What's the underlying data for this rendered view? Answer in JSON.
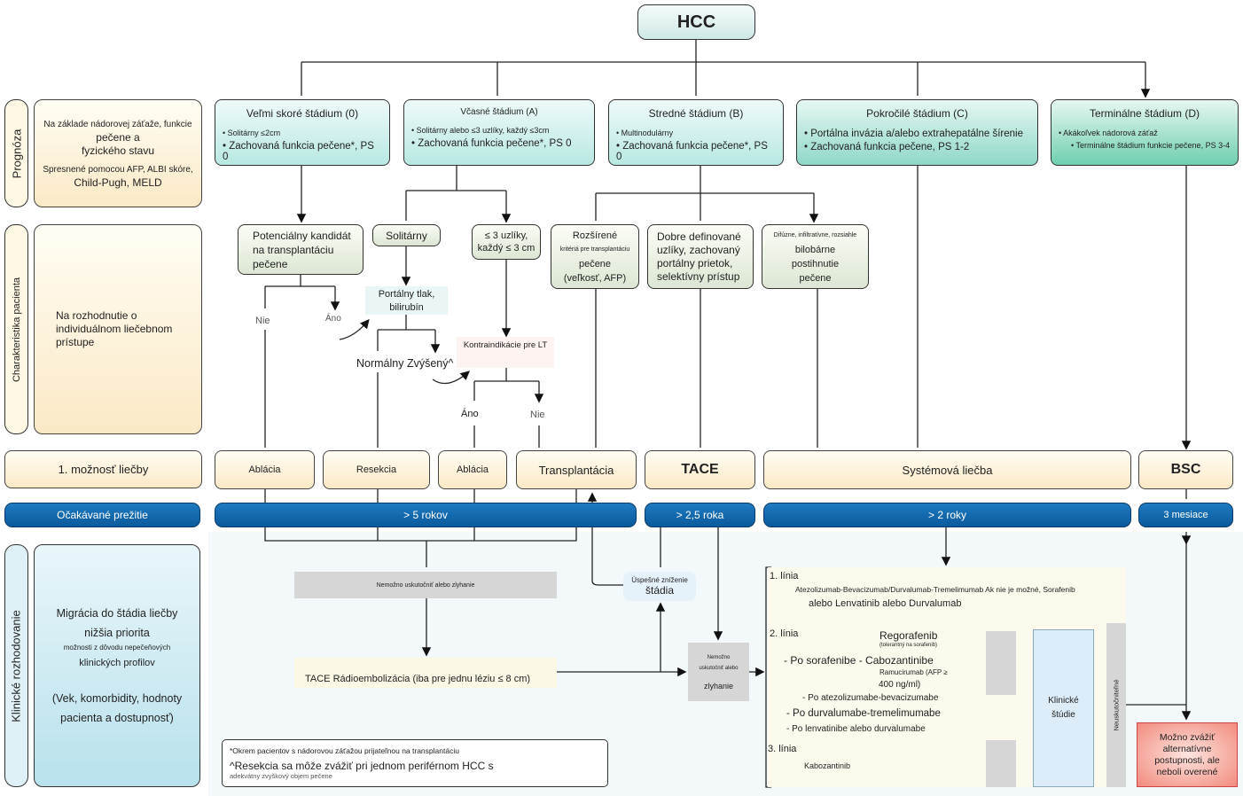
{
  "title": "HCC",
  "stages": [
    {
      "title": "Veľmi skoré štádium (0)",
      "bullets": [
        "Solitárny ≤2cm",
        "Zachovaná funkcia pečene*, PS 0"
      ]
    },
    {
      "title": "Včasné štádium (A)",
      "bullets": [
        "Solitárny alebo ≤3 uzlíky, každý ≤3cm",
        "Zachovaná funkcia pečene*, PS 0"
      ]
    },
    {
      "title": "Stredné štádium (B)",
      "bullets": [
        "Multinodulárny",
        "Zachovaná funkcia pečene*, PS 0"
      ]
    },
    {
      "title": "Pokročilé štádium (C)",
      "bullets": [
        "Portálna invázia a/alebo extrahepatálne šírenie",
        "Zachovaná funkcia pečene, PS 1-2"
      ]
    },
    {
      "title": "Terminálne štádium (D)",
      "bullets": [
        "Akákoľvek nádorová záťaž",
        "Terminálne štádium funkcie pečene, PS 3-4"
      ]
    }
  ],
  "left": {
    "prognoza_label": "Prognóza",
    "prognoza_text1": "Na základe nádorovej záťaže, funkcie",
    "prognoza_text2": "pečene a",
    "prognoza_text3": "fyzického stavu",
    "prognoza_text4": "Spresnené pomocou AFP, ALBI skóre,",
    "prognoza_text5": "Child-Pugh, MELD",
    "char_label": "Charakteristika pacienta",
    "char_text": "Na rozhodnutie o individuálnom liečebnom prístupe",
    "first_option": "1. možnosť liečby",
    "survival": "Očakávané prežitie",
    "klin_label": "Klinické rozhodovanie",
    "klin_1": "Migrácia do štádia liečby",
    "klin_2": "nižšia priorita",
    "klin_3": "možnosti z dôvodu nepečeňových",
    "klin_4": "klinických profilov",
    "klin_5": "(Vek, komorbidity, hodnoty pacienta a dostupnosť)"
  },
  "characteristics": {
    "candidate": "Potenciálny kandidát na transplantáciu pečene",
    "solitary": "Solitárny",
    "nodules": "≤ 3 uzlíky, každý ≤ 3 cm",
    "extended_1": "Rozšírené",
    "extended_2": "kritériá pre transplantáciu",
    "extended_3": "pečene",
    "extended_4": "(veľkosť, AFP)",
    "welldef": "Dobre definované uzlíky, zachovaný portálny prietok, selektívny prístup",
    "diffuse_1": "Difúzne, infiltratívne, rozsiahle",
    "diffuse_2": "bilobárne",
    "diffuse_3": "postihnutie",
    "diffuse_4": "pečene",
    "nie1": "Nie",
    "ano1": "Áno",
    "portal": "Portálny tlak, bilirubín",
    "normal_raised": "Normálny Zvýšený^",
    "contra": "Kontraindikácie pre LT",
    "ano2": "Áno",
    "nie2": "Nie"
  },
  "treatments": [
    "Ablácia",
    "Resekcia",
    "Ablácia",
    "Transplantácia",
    "TACE",
    "Systémová liečba",
    "BSC"
  ],
  "survival": [
    "> 5 rokov",
    "> 2,5 roka",
    "> 2 roky",
    "3 mesiace"
  ],
  "clinical": {
    "not_possible": "Nemožno uskutočniť alebo zlyhanie",
    "tace_radio": "TACE Rádioembolizácia (iba pre jednu léziu ≤ 8 cm)",
    "downstage_1": "Úspešné zníženie",
    "downstage_2": "štádia",
    "fail_1": "Nemožno",
    "fail_2": "uskutočniť alebo",
    "fail_3": "zlyhanie",
    "line1": "1. línia",
    "line1_a": "Atezolizumab-Bevacizumab/Durvalumab-Tremelimumab Ak nie je možné, Sorafenib",
    "line1_b": "alebo Lenvatinib alebo Durvalumab",
    "line2": "2. línia",
    "regorafenib": "Regorafenib",
    "regorafenib_note": "(tolerantný na sorafenib)",
    "after_sorafenib": "- Po sorafenibe - Cabozantinibe",
    "ramucirumab": "Ramucirumab (AFP ≥",
    "ramucirumab_2": "400 ng/ml)",
    "after_atezo": "- Po atezolizumabe-bevacizumabe",
    "after_durva": "-    Po durvalumabe-tremelimumabe",
    "after_lenva": "- Po lenvatinibe alebo durvalumabe",
    "line3": "3. línia",
    "kabozantinib": "Kabozantinib",
    "trials": "Klinické štúdie",
    "unfeasible": "Neuskutočniteľné",
    "alternative": "Možno zvážiť alternatívne postupnosti, ale neboli overené"
  },
  "footnotes": {
    "f1": "*Okrem pacientov s nádorovou záťažou prijateľnou na transplantáciu",
    "f2": "^Resekcia sa môže zvážiť pri jednom periférnom HCC s",
    "f3": "adekvátny zvyškový objem pečene"
  },
  "colors": {
    "survival_bar": "#0b5a9c",
    "alt_box": "#f28b7d",
    "trials_box": "#dcecf8"
  }
}
